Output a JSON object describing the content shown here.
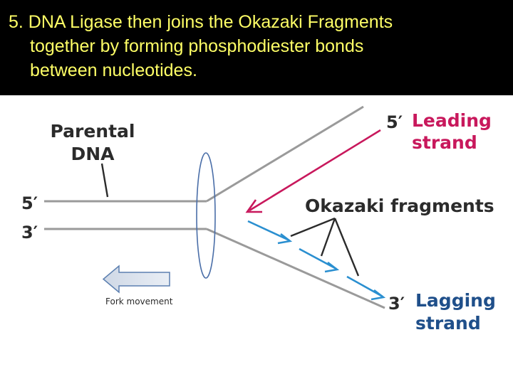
{
  "slide": {
    "title_lines": [
      "5. DNA Ligase then joins the Okazaki Fragments",
      "together by forming phosphodiester bonds",
      "between nucleotides."
    ]
  },
  "diagram": {
    "parental_dna": [
      "Parental",
      "DNA"
    ],
    "five_prime_left": "5′",
    "three_prime_left": "3′",
    "five_prime_leading": "5′",
    "leading_strand": [
      "Leading",
      "strand"
    ],
    "okazaki_fragments": "Okazaki fragments",
    "three_prime_lagging": "3′",
    "lagging_strand": [
      "Lagging",
      "strand"
    ],
    "fork_movement": "Fork movement"
  },
  "colors": {
    "header_bg": "#000000",
    "header_text": "#ffff66",
    "strand_gray": "#9a9a9a",
    "leading_magenta": "#c8185c",
    "lagging_blue": "#2a8fd0",
    "label_dark": "#2b2b2b",
    "lagging_label_blue": "#1f4f8a",
    "ellipse_blue": "#4a6ea8"
  },
  "icons": [
    "fork-movement-arrow-icon",
    "leading-strand-arrow-icon",
    "okazaki-fragment-arrow-icon"
  ]
}
